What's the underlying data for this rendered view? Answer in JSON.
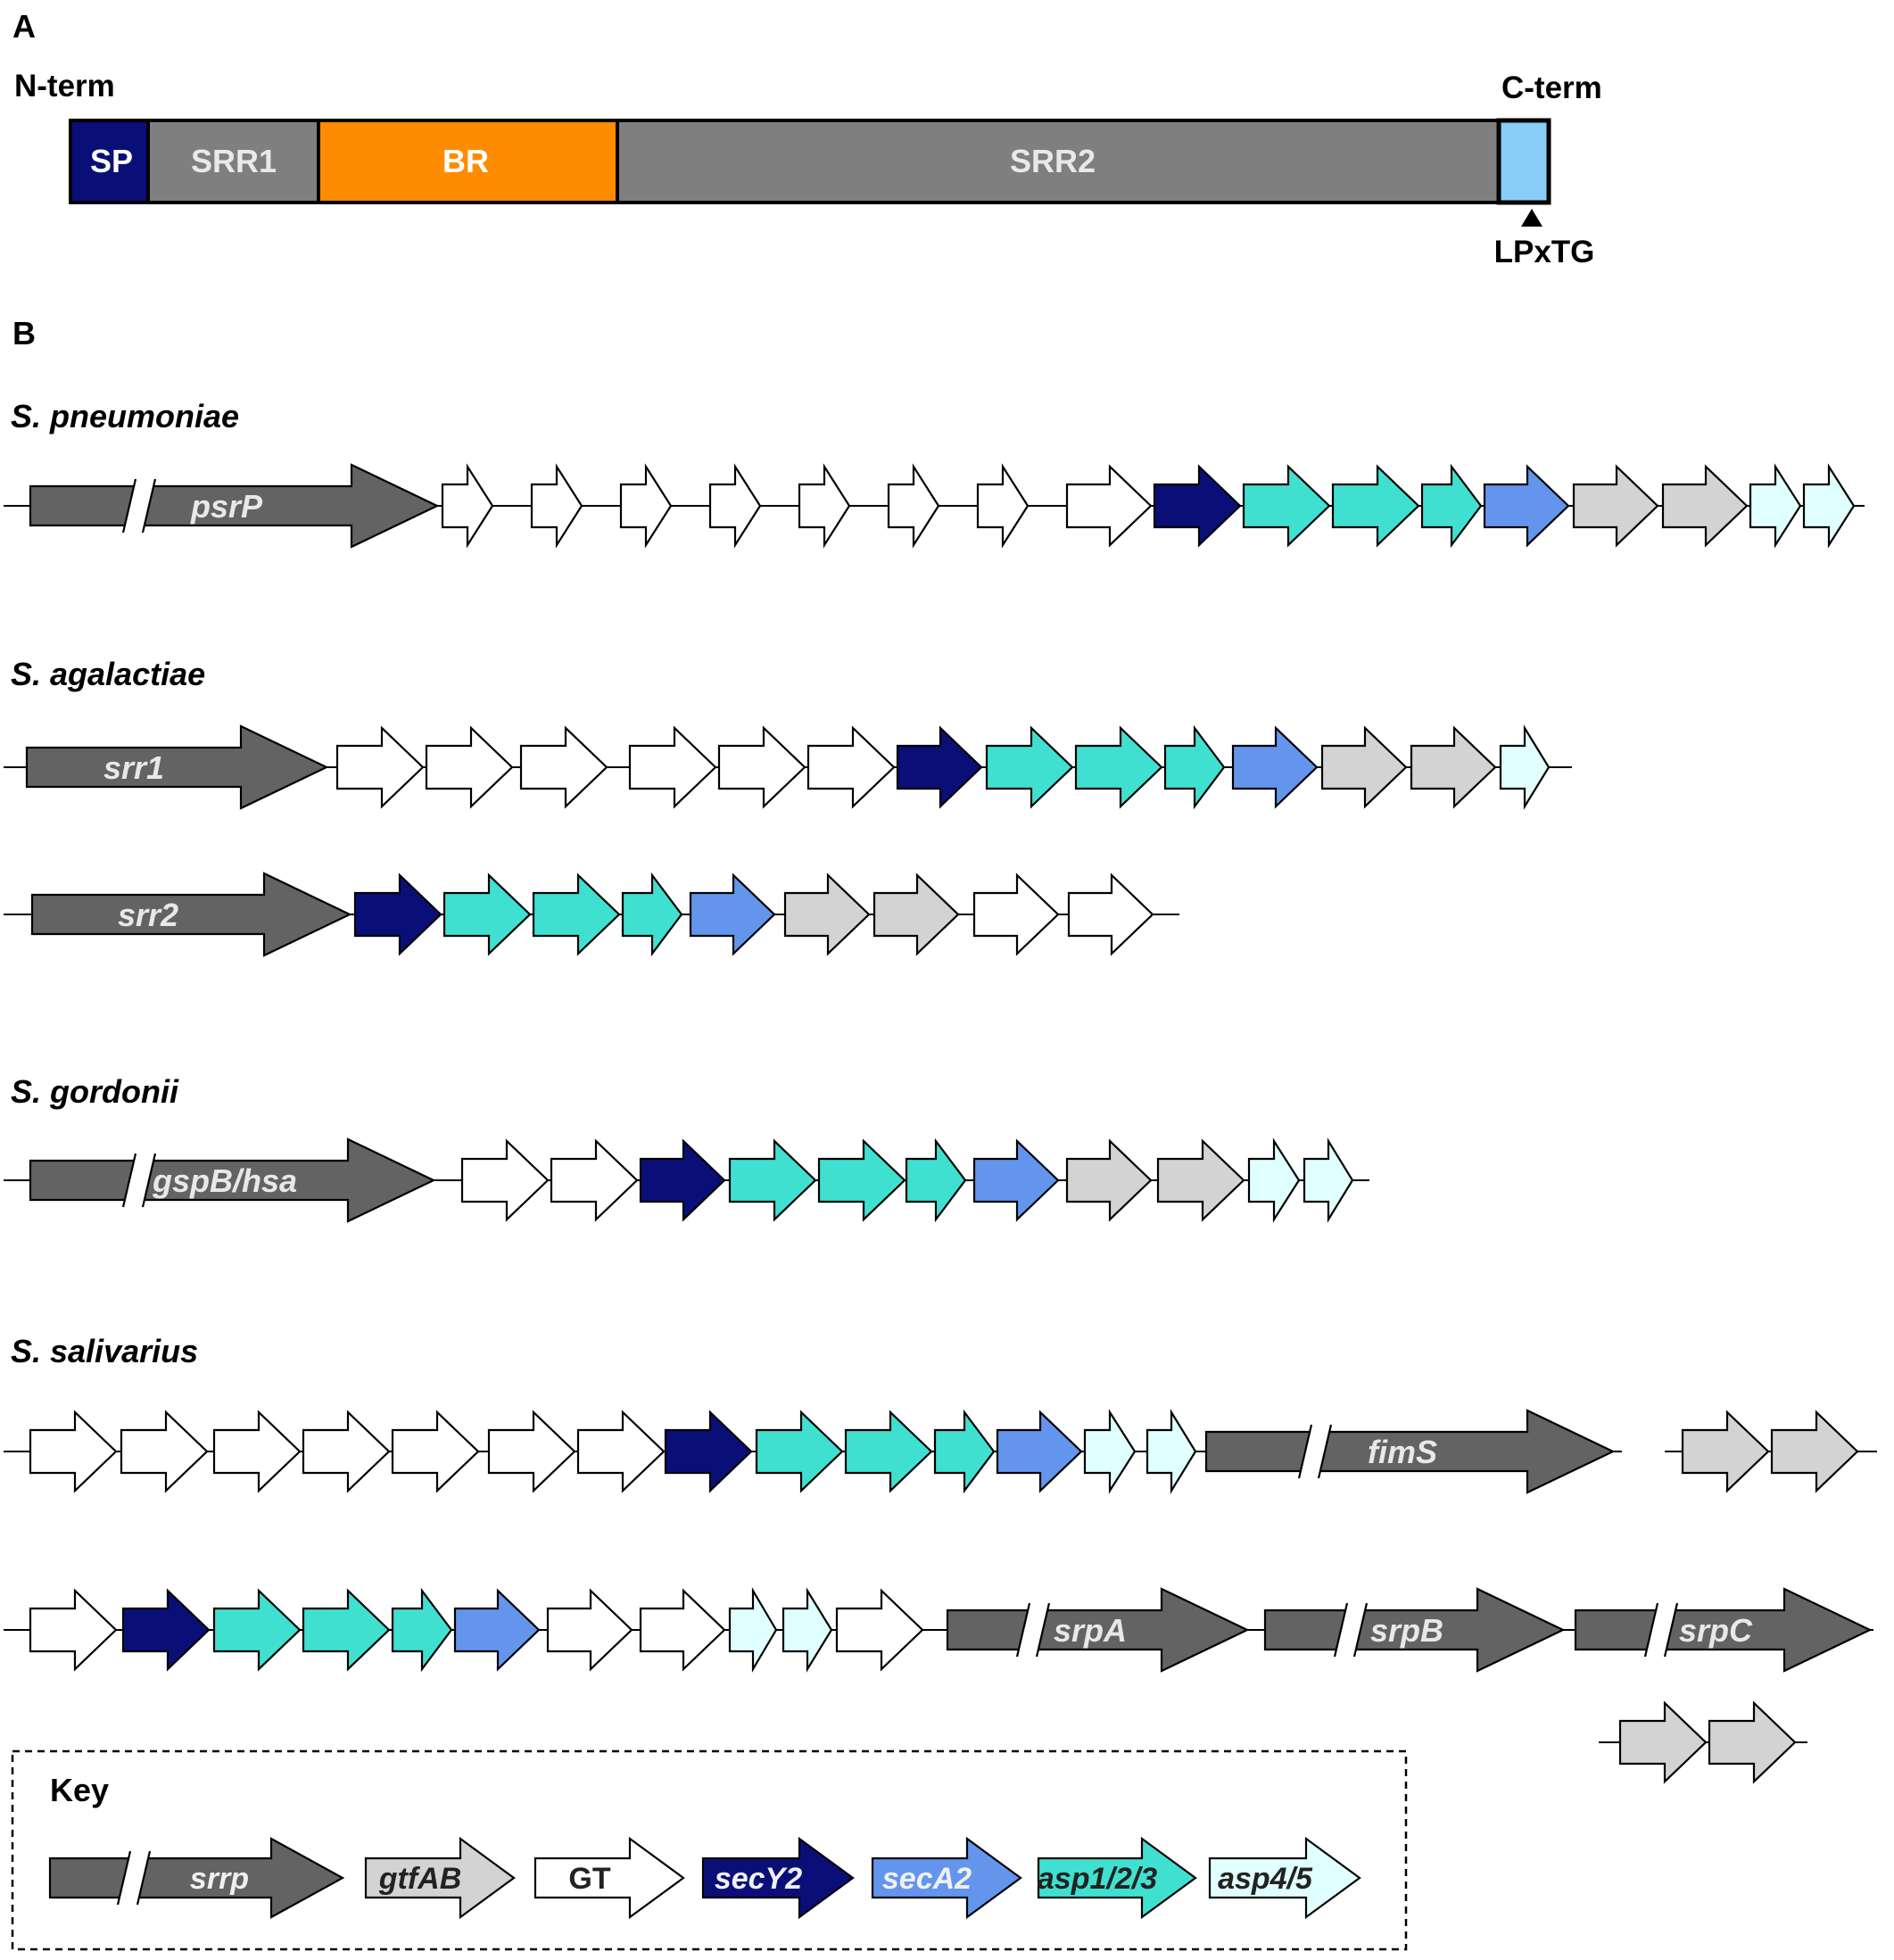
{
  "colors": {
    "sp": "#0a0f78",
    "srr": "#7f7f7f",
    "br": "#ff8c00",
    "lpxtg": "#87cdf7",
    "srrp": "#636363",
    "gtfAB": "#d3d3d3",
    "GT": "#ffffff",
    "secY2": "#0a0f78",
    "secA2": "#6495ed",
    "asp123": "#40e0d0",
    "asp45": "#e0ffff"
  },
  "panel_a": {
    "label": "A",
    "n_term": "N-term",
    "c_term": "C-term",
    "domains": [
      {
        "name": "SP",
        "type": "sp"
      },
      {
        "name": "SRR1",
        "type": "srr"
      },
      {
        "name": "BR",
        "type": "br"
      },
      {
        "name": "SRR2",
        "type": "srr"
      },
      {
        "name": "",
        "type": "lpxtg"
      }
    ],
    "motif": "LPxTG"
  },
  "panel_b": {
    "label": "B",
    "organisms": [
      {
        "name": "S. pneumoniae"
      },
      {
        "name": "S. agalactiae"
      },
      {
        "name": "S. gordonii"
      },
      {
        "name": "S. salivarius"
      }
    ],
    "operons": [
      {
        "id": "pneumoniae",
        "genes": [
          {
            "type": "srrp",
            "label": "psrP",
            "break": true
          },
          {
            "type": "GT"
          },
          {
            "type": "GT"
          },
          {
            "type": "GT"
          },
          {
            "type": "GT"
          },
          {
            "type": "GT"
          },
          {
            "type": "GT"
          },
          {
            "type": "GT"
          },
          {
            "type": "GT"
          },
          {
            "type": "secY2"
          },
          {
            "type": "asp123"
          },
          {
            "type": "asp123"
          },
          {
            "type": "asp123"
          },
          {
            "type": "secA2"
          },
          {
            "type": "gtfAB"
          },
          {
            "type": "gtfAB"
          },
          {
            "type": "asp45"
          },
          {
            "type": "asp45"
          }
        ]
      },
      {
        "id": "agalactiae-1",
        "genes": [
          {
            "type": "srrp",
            "label": "srr1"
          },
          {
            "type": "GT"
          },
          {
            "type": "GT"
          },
          {
            "type": "GT"
          },
          {
            "type": "GT"
          },
          {
            "type": "GT"
          },
          {
            "type": "GT"
          },
          {
            "type": "secY2"
          },
          {
            "type": "asp123"
          },
          {
            "type": "asp123"
          },
          {
            "type": "asp123"
          },
          {
            "type": "secA2"
          },
          {
            "type": "gtfAB"
          },
          {
            "type": "gtfAB"
          },
          {
            "type": "asp45"
          }
        ]
      },
      {
        "id": "agalactiae-2",
        "genes": [
          {
            "type": "srrp",
            "label": "srr2"
          },
          {
            "type": "secY2"
          },
          {
            "type": "asp123"
          },
          {
            "type": "asp123"
          },
          {
            "type": "asp123"
          },
          {
            "type": "secA2"
          },
          {
            "type": "gtfAB"
          },
          {
            "type": "gtfAB"
          },
          {
            "type": "GT"
          },
          {
            "type": "GT"
          }
        ]
      },
      {
        "id": "gordonii",
        "genes": [
          {
            "type": "srrp",
            "label": "gspB/hsa",
            "break": true
          },
          {
            "type": "GT"
          },
          {
            "type": "GT"
          },
          {
            "type": "secY2"
          },
          {
            "type": "asp123"
          },
          {
            "type": "asp123"
          },
          {
            "type": "asp123"
          },
          {
            "type": "secA2"
          },
          {
            "type": "gtfAB"
          },
          {
            "type": "gtfAB"
          },
          {
            "type": "asp45"
          },
          {
            "type": "asp45"
          }
        ]
      },
      {
        "id": "salivarius-1",
        "genes": [
          {
            "type": "GT"
          },
          {
            "type": "GT"
          },
          {
            "type": "GT"
          },
          {
            "type": "GT"
          },
          {
            "type": "GT"
          },
          {
            "type": "GT"
          },
          {
            "type": "GT"
          },
          {
            "type": "secY2"
          },
          {
            "type": "asp123"
          },
          {
            "type": "asp123"
          },
          {
            "type": "asp123"
          },
          {
            "type": "secA2"
          },
          {
            "type": "asp45"
          },
          {
            "type": "asp45"
          },
          {
            "type": "srrp",
            "label": "fimS",
            "break": true
          }
        ]
      },
      {
        "id": "salivarius-1b",
        "genes": [
          {
            "type": "gtfAB"
          },
          {
            "type": "gtfAB"
          }
        ]
      },
      {
        "id": "salivarius-2",
        "genes": [
          {
            "type": "GT"
          },
          {
            "type": "secY2"
          },
          {
            "type": "asp123"
          },
          {
            "type": "asp123"
          },
          {
            "type": "asp123"
          },
          {
            "type": "secA2"
          },
          {
            "type": "GT"
          },
          {
            "type": "GT"
          },
          {
            "type": "asp45"
          },
          {
            "type": "asp45"
          },
          {
            "type": "GT"
          },
          {
            "type": "srrp",
            "label": "srpA",
            "break": true
          },
          {
            "type": "srrp",
            "label": "srpB",
            "break": true
          },
          {
            "type": "srrp",
            "label": "srpC",
            "break": true
          }
        ]
      },
      {
        "id": "salivarius-2b",
        "genes": [
          {
            "type": "gtfAB"
          },
          {
            "type": "gtfAB"
          }
        ]
      }
    ]
  },
  "key": {
    "title": "Key",
    "items": [
      {
        "type": "srrp",
        "label": "srrp"
      },
      {
        "type": "gtfAB",
        "label": "gtfAB"
      },
      {
        "type": "GT",
        "label": "GT"
      },
      {
        "type": "secY2",
        "label": "secY2"
      },
      {
        "type": "secA2",
        "label": "secA2"
      },
      {
        "type": "asp123",
        "label": "asp1/2/3"
      },
      {
        "type": "asp45",
        "label": "asp4/5"
      }
    ]
  }
}
